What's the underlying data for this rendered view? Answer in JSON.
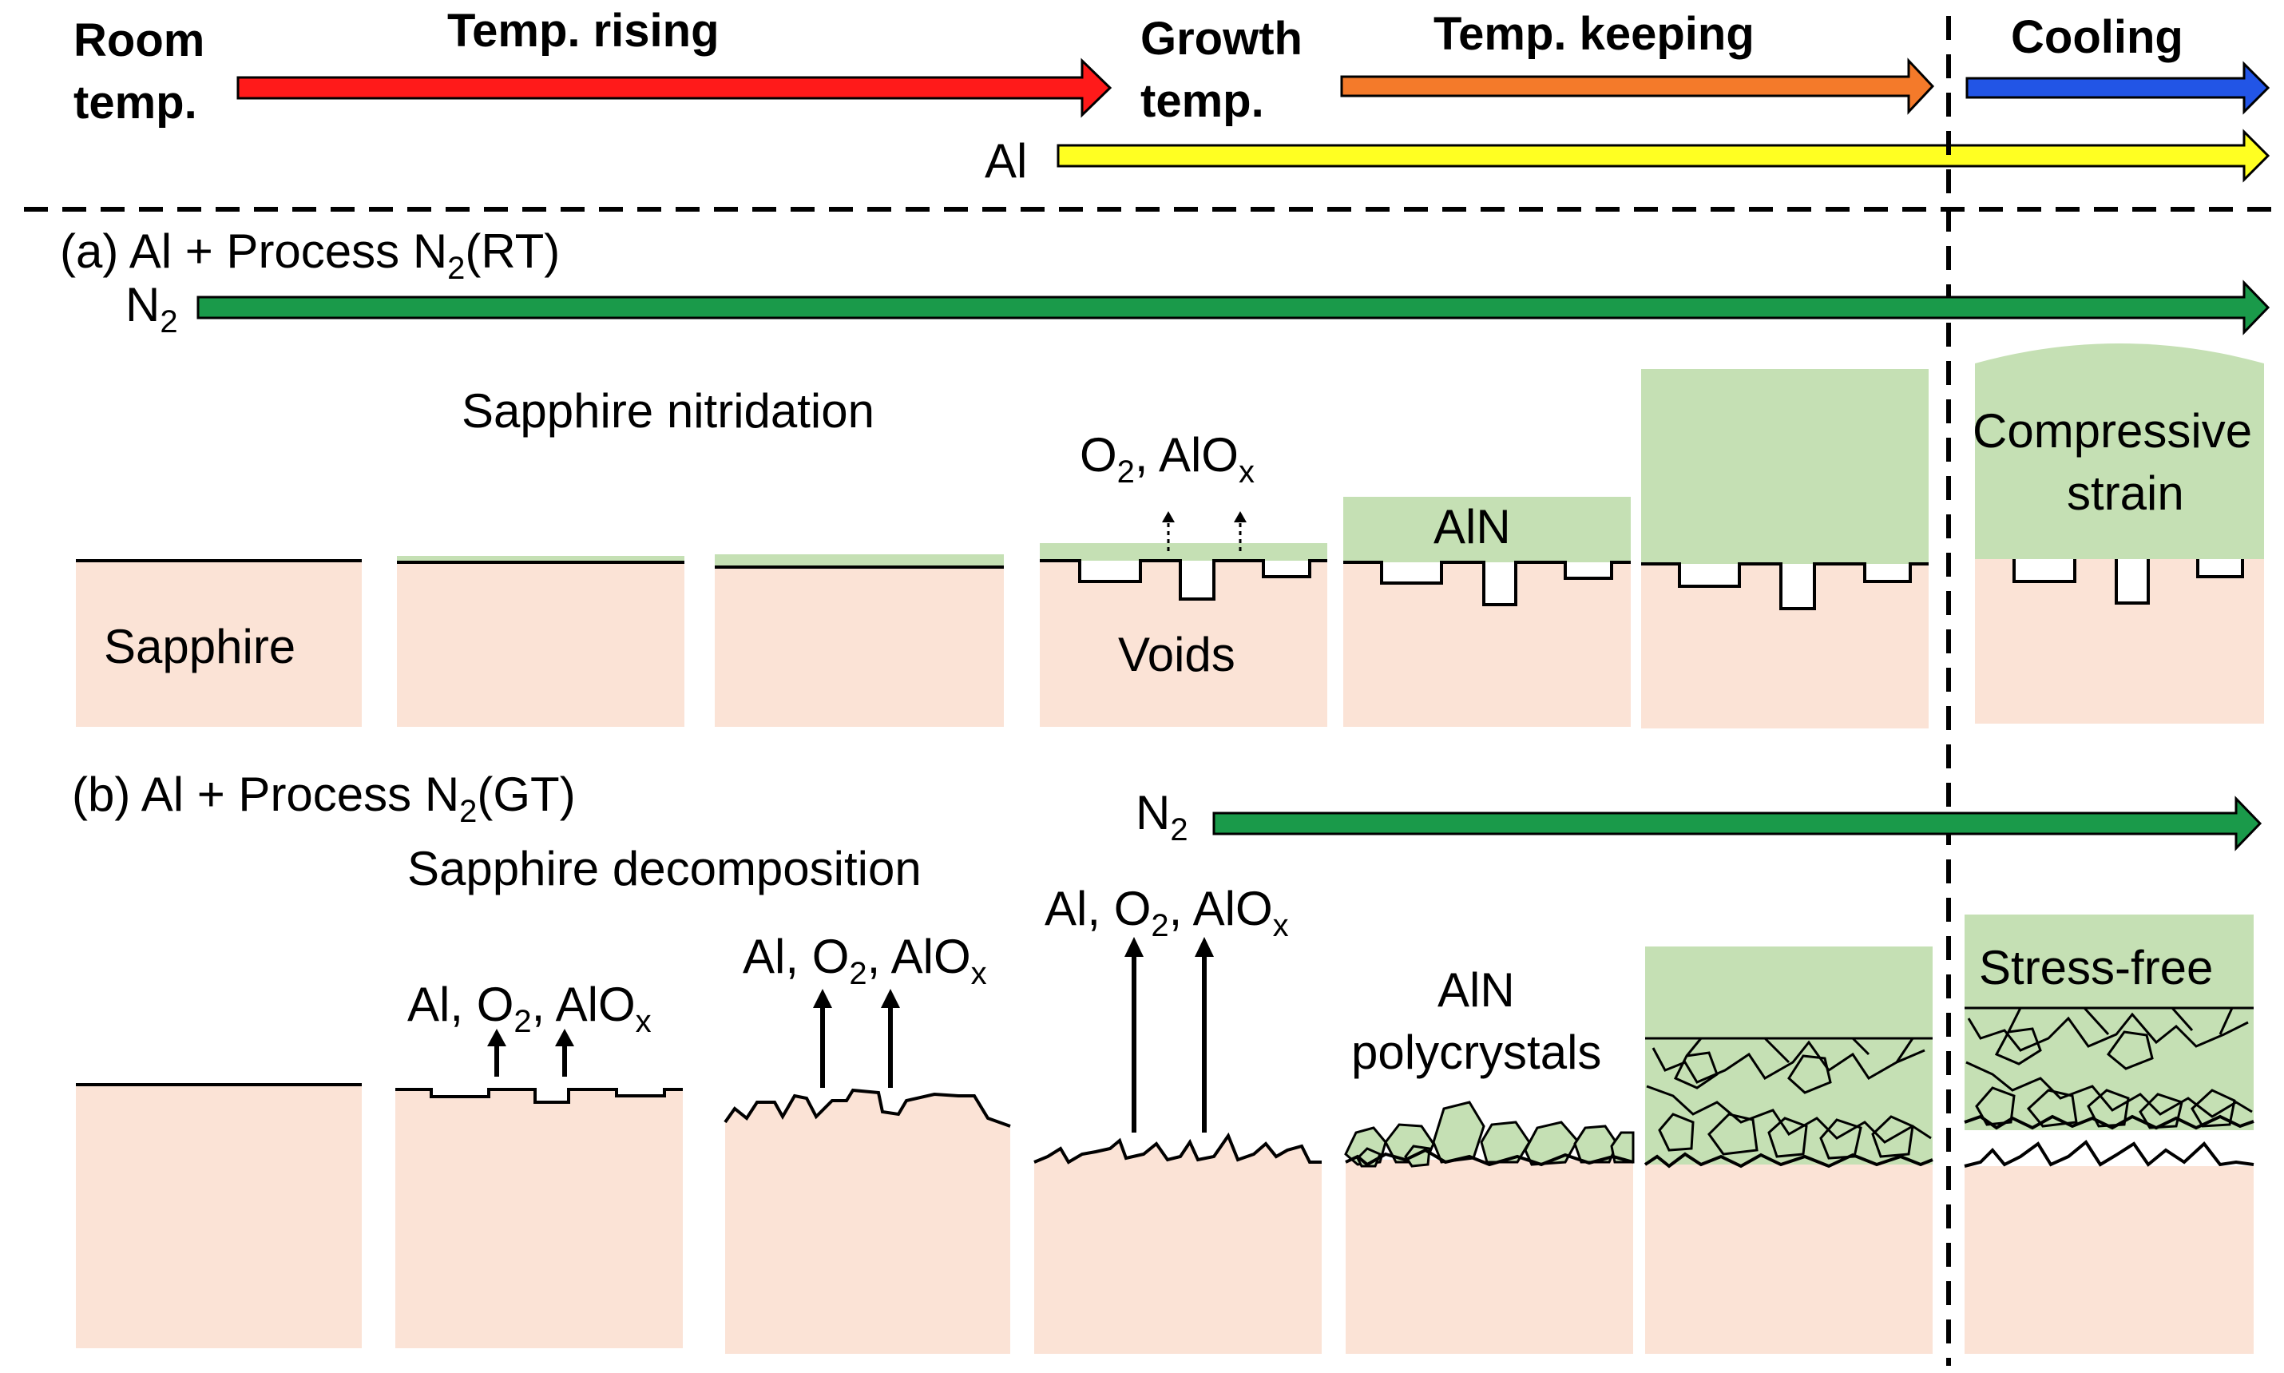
{
  "timeline": {
    "room_temp_line1": "Room",
    "room_temp_line2": "temp.",
    "temp_rising": "Temp. rising",
    "growth_temp_line1": "Growth",
    "growth_temp_line2": "temp.",
    "temp_keeping": "Temp. keeping",
    "cooling": "Cooling",
    "al_label": "Al"
  },
  "panel_a": {
    "title_pre": "(a) Al + Process N",
    "title_sub": "2",
    "title_post": "(RT)",
    "n2_label": "N",
    "n2_sub": "2",
    "sapphire_nitridation": "Sapphire nitridation",
    "sapphire": "Sapphire",
    "o2_pre": "O",
    "o2_sub": "2",
    "o2_mid": ", AlO",
    "o2_x": "x",
    "voids": "Voids",
    "aln": "AlN",
    "compressive_line1": "Compressive",
    "compressive_line2": "strain"
  },
  "panel_b": {
    "title_pre": "(b) Al + Process N",
    "title_sub": "2",
    "title_post": "(GT)",
    "n2_label": "N",
    "n2_sub": "2",
    "sapphire_decomposition": "Sapphire decomposition",
    "species_pre": "Al, O",
    "species_sub": "2",
    "species_mid": ", AlO",
    "species_x": "x",
    "aln_line1": "AlN",
    "aln_line2": "polycrystals",
    "stress_free": "Stress-free"
  },
  "colors": {
    "red_arrow": "#ff1a1a",
    "orange_arrow": "#f47a2a",
    "blue_arrow": "#2255e6",
    "yellow_arrow": "#ffff22",
    "green_arrow": "#1a9a4a",
    "sapphire": "#fbe3d6",
    "aln": "#c5e0b4"
  }
}
